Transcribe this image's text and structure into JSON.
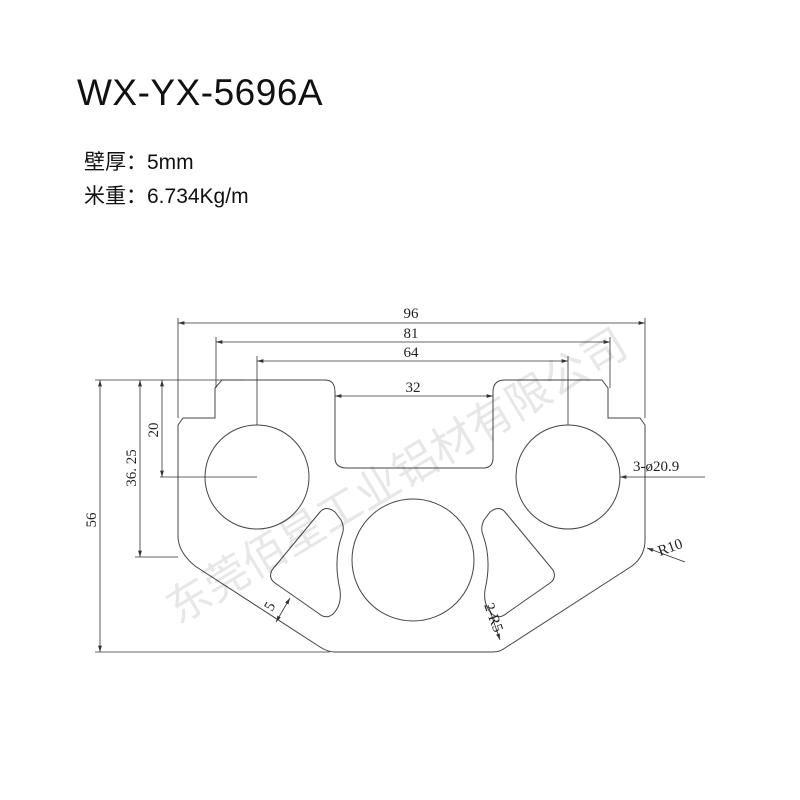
{
  "title": "WX-YX-5696A",
  "specs": [
    {
      "label": "壁厚：",
      "value": "5mm"
    },
    {
      "label": "米重：",
      "value": "6.734Kg/m"
    }
  ],
  "dimensions": {
    "overall_width": "96",
    "width_81": "81",
    "hole_spacing": "64",
    "slot_width": "32",
    "height": "56",
    "height_36": "36. 25",
    "height_20": "20",
    "holes": "3-ø20.9",
    "radius": "R10",
    "wall": "5",
    "inner_radius": "2-R5"
  },
  "watermark": "东莞佰星工业铝材有限公司",
  "colors": {
    "line": "#333333",
    "text": "#111111"
  }
}
